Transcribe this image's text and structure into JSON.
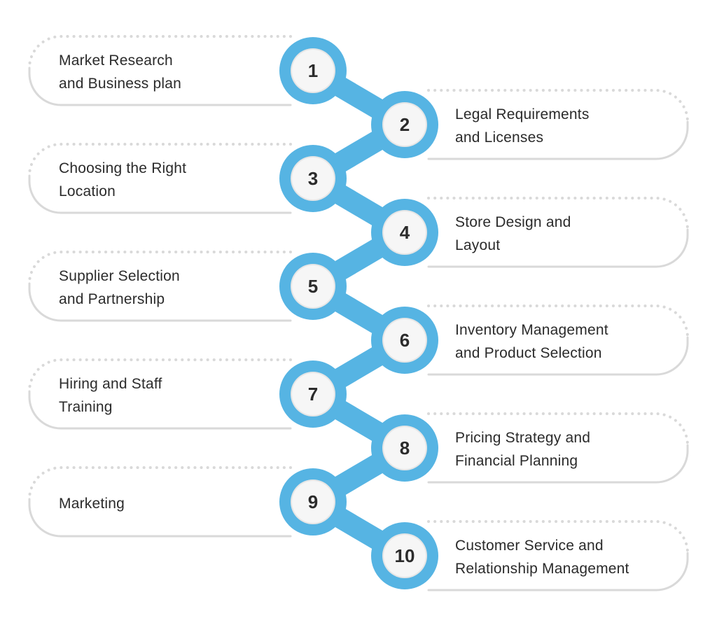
{
  "colors": {
    "chain": "#56b4e3",
    "node_fill": "#f6f6f6",
    "card_border": "#d9d9d9",
    "text": "#2b2b2b"
  },
  "steps": [
    {
      "number": "1",
      "lines": [
        "Market Research",
        "and Business plan"
      ]
    },
    {
      "number": "2",
      "lines": [
        "Legal Requirements",
        "and Licenses"
      ]
    },
    {
      "number": "3",
      "lines": [
        "Choosing the Right",
        "Location"
      ]
    },
    {
      "number": "4",
      "lines": [
        "Store Design and",
        "Layout"
      ]
    },
    {
      "number": "5",
      "lines": [
        "Supplier Selection",
        "and Partnership"
      ]
    },
    {
      "number": "6",
      "lines": [
        "Inventory Management",
        "and Product Selection"
      ]
    },
    {
      "number": "7",
      "lines": [
        "Hiring and Staff",
        "Training"
      ]
    },
    {
      "number": "8",
      "lines": [
        "Pricing Strategy and",
        "Financial Planning"
      ]
    },
    {
      "number": "9",
      "lines": [
        "Marketing"
      ]
    },
    {
      "number": "10",
      "lines": [
        "Customer Service and",
        "Relationship Management"
      ]
    }
  ]
}
